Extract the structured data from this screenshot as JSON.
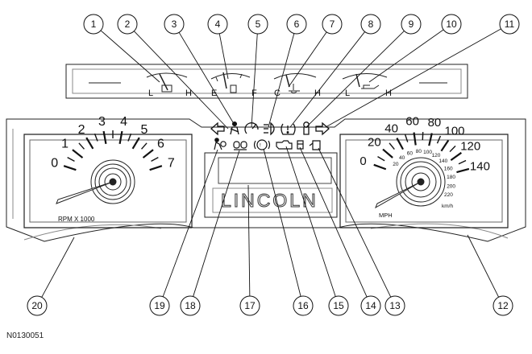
{
  "callouts": [
    "1",
    "2",
    "3",
    "4",
    "5",
    "6",
    "7",
    "8",
    "9",
    "10",
    "11",
    "12",
    "13",
    "14",
    "15",
    "16",
    "17",
    "18",
    "19",
    "20"
  ],
  "tachometer": {
    "scale": [
      "0",
      "1",
      "2",
      "3",
      "4",
      "5",
      "6",
      "7"
    ],
    "unit": "RPM X 1000"
  },
  "speedometer": {
    "mph_scale": [
      "0",
      "20",
      "40",
      "60",
      "80",
      "100",
      "120",
      "140"
    ],
    "kmh_scale": [
      "20",
      "40",
      "60",
      "80",
      "100",
      "120",
      "140",
      "160",
      "180",
      "200",
      "220"
    ],
    "mph_unit": "MPH",
    "kmh_unit": "km/h"
  },
  "gauges": {
    "battery": {
      "low": "L",
      "high": "H"
    },
    "fuel": {
      "empty": "E",
      "full": "F"
    },
    "temp": {
      "cold": "C",
      "hot": "H"
    },
    "oil": {
      "low": "L",
      "high": "H"
    }
  },
  "logo": "LINCOLN",
  "figure_id": "N0130051"
}
